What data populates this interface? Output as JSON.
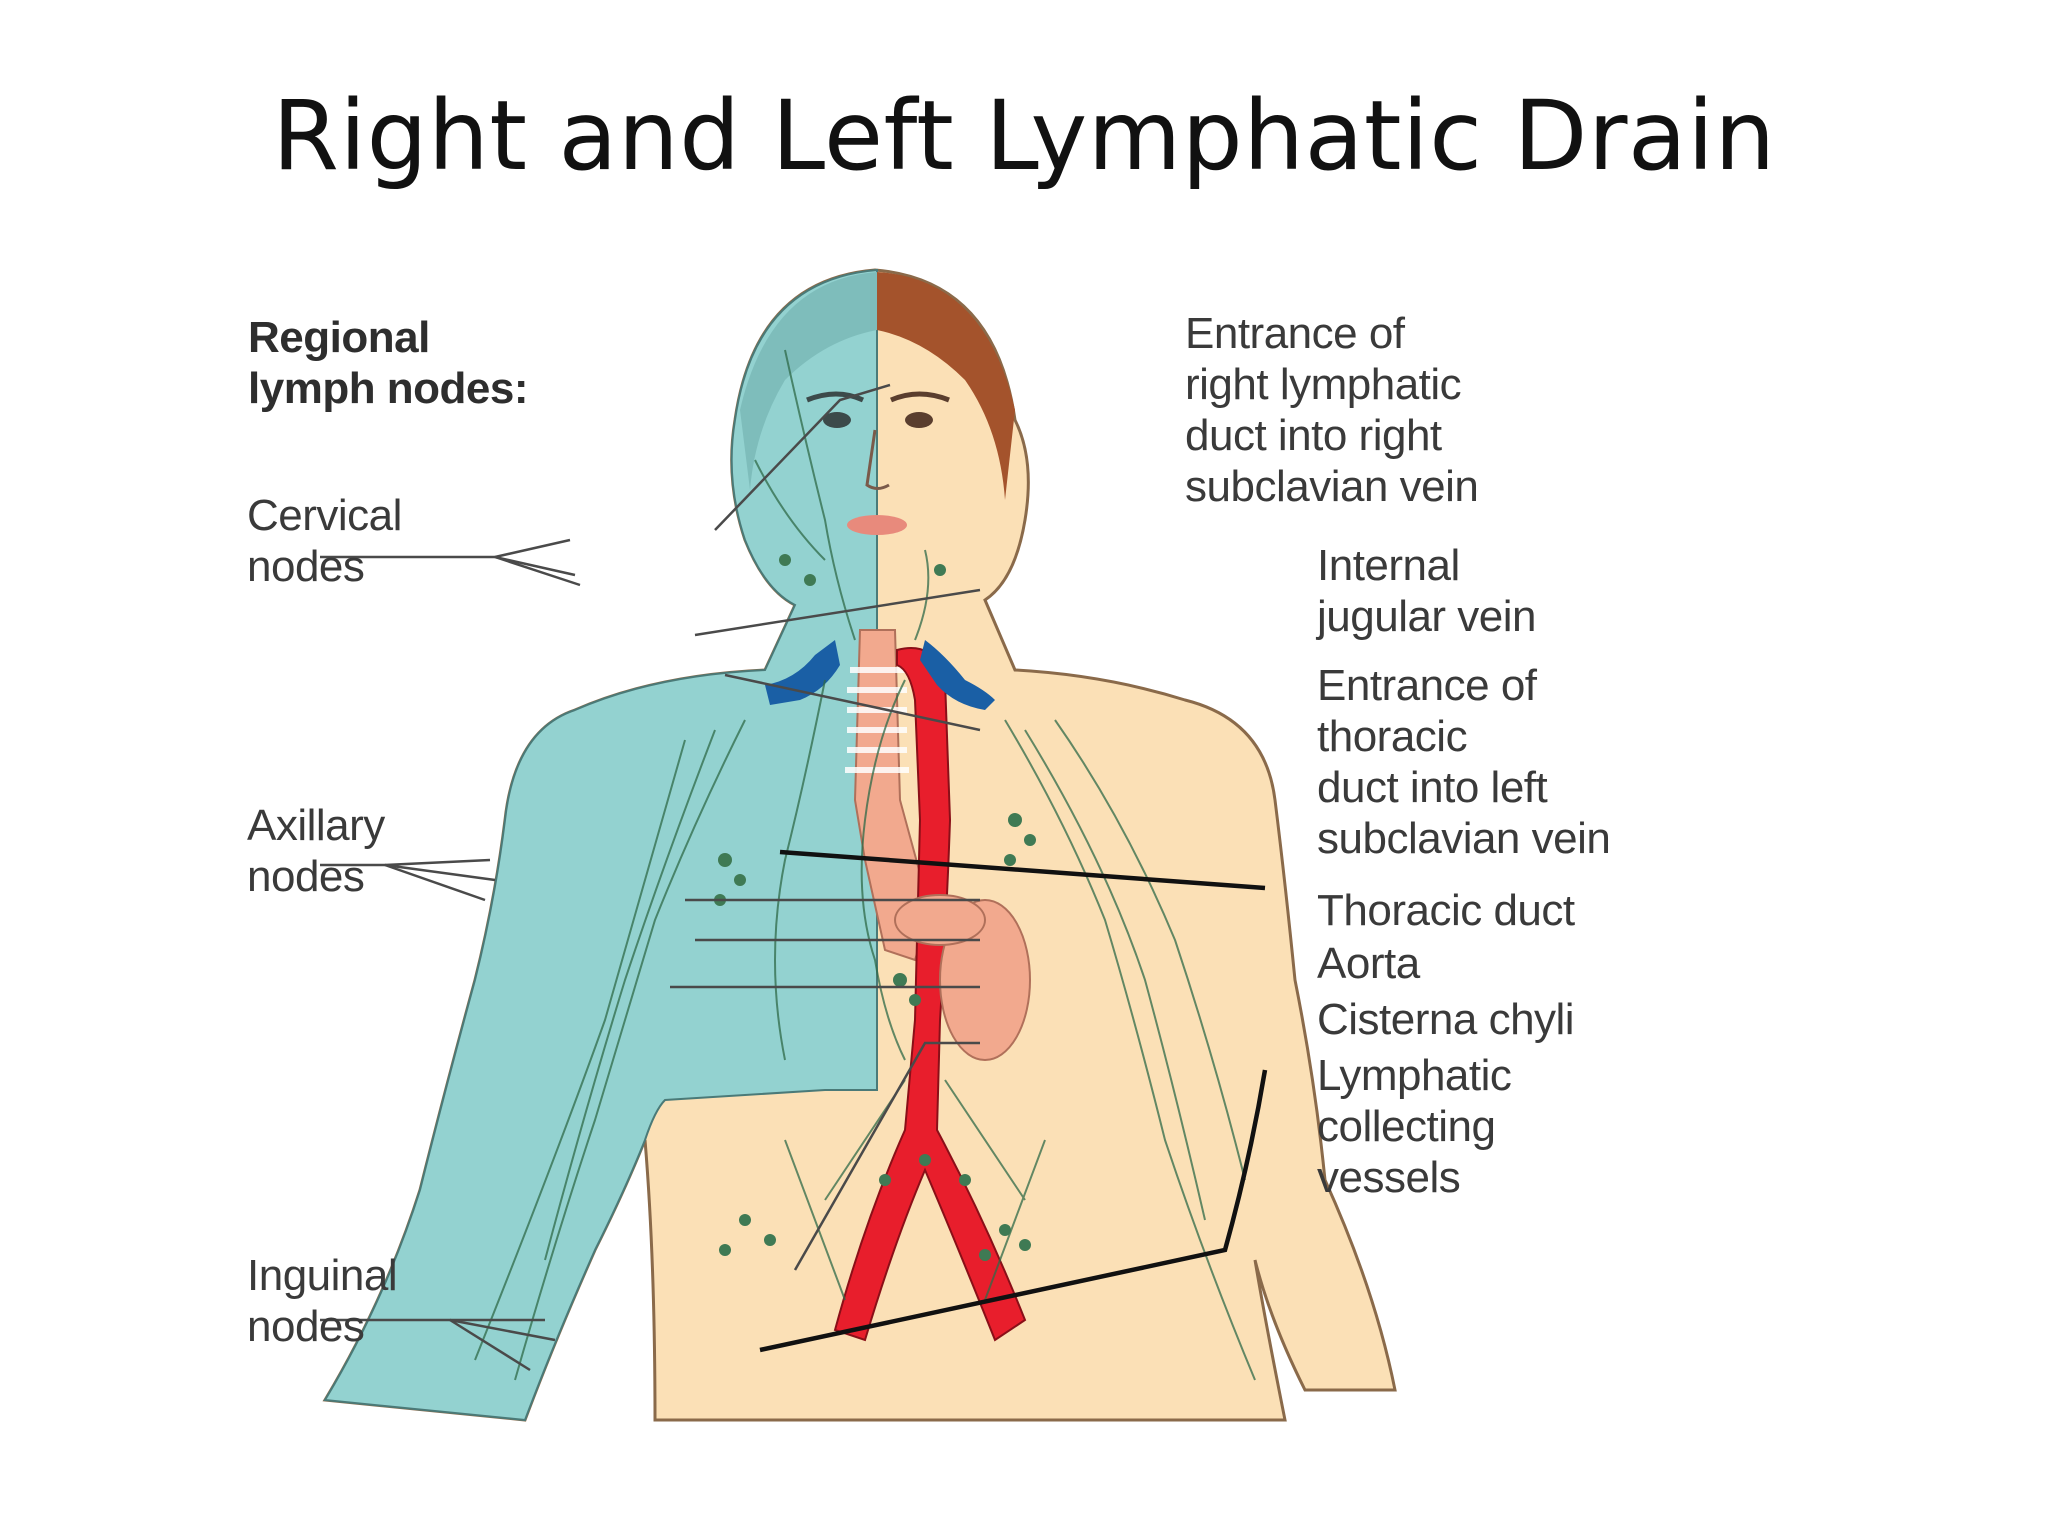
{
  "slide": {
    "title": "Right and Left Lymphatic Drain"
  },
  "diagram": {
    "heading": "Regional\nlymph nodes:",
    "labels_left": {
      "cervical": "Cervical\nnodes",
      "axillary": "Axillary\nnodes",
      "inguinal": "Inguinal\nnodes"
    },
    "labels_right": {
      "right_duct_entrance": "Entrance of\nright lymphatic\nduct into right\nsubclavian vein",
      "internal_jugular": "Internal\njugular vein",
      "thoracic_duct_entrance": "Entrance of\nthoracic\nduct into left\nsubclavian vein",
      "thoracic_duct": "Thoracic duct",
      "aorta": "Aorta",
      "cisterna_chyli": "Cisterna chyli",
      "collecting_vessels": "Lymphatic\ncollecting\nvessels"
    },
    "colors": {
      "right_drainage_region": "#93d2d0",
      "skin": "#fbe0b6",
      "hair": "#a4532c",
      "aorta": "#e81e2c",
      "subclavian_veins": "#1a5fa5",
      "thoracic_duct": "#f2a98e",
      "lymph_vessels": "#2f6a48"
    }
  }
}
